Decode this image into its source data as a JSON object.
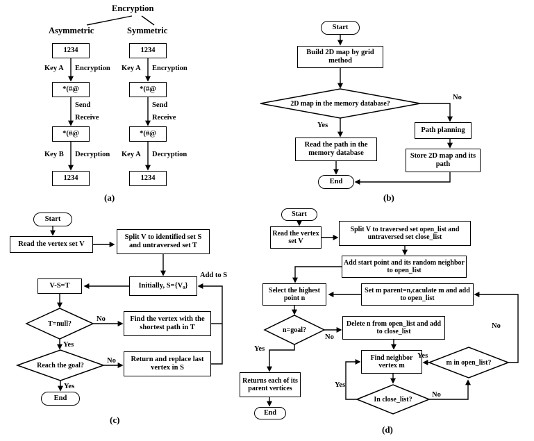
{
  "a": {
    "label": "(a)",
    "title": "Encryption",
    "asym": {
      "name": "Asymmetric",
      "box1": "1234",
      "box2": "*(#@",
      "box3": "*(#@",
      "box4": "1234",
      "key_enc": "Key A",
      "enc": "Encryption",
      "send": "Send",
      "receive": "Receive",
      "key_dec": "Key B",
      "dec": "Decryption"
    },
    "sym": {
      "name": "Symmetric",
      "box1": "1234",
      "box2": "*(#@",
      "box3": "*(#@",
      "box4": "1234",
      "key_enc": "Key A",
      "enc": "Encryption",
      "send": "Send",
      "receive": "Receive",
      "key_dec": "Key A",
      "dec": "Decryption"
    }
  },
  "b": {
    "label": "(b)",
    "start": "Start",
    "build": "Build 2D map by grid method",
    "decision": "2D map in the memory database?",
    "yes": "Yes",
    "no": "No",
    "read": "Read the path in the memory database",
    "path_planning": "Path planning",
    "store": "Store 2D map and its path",
    "end": "End"
  },
  "c": {
    "label": "(c)",
    "start": "Start",
    "read": "Read the vertex set V",
    "split": "Split V to identified set S and untraversed set T",
    "initially": "Initially, S={V₀}",
    "add_to_s": "Add to S",
    "vst": "V-S=T",
    "t_null": "T=null?",
    "find": "Find the vertex with the shortest path in T",
    "reach": "Reach the goal?",
    "return_replace": "Return and replace last vertex in S",
    "yes": "Yes",
    "no": "No",
    "end": "End"
  },
  "d": {
    "label": "(d)",
    "start": "Start",
    "read": "Read the vertex set V",
    "split": "Split V to traversed set open_list and untraversed set close_list",
    "add_start": "Add start point and its random neighbor to open_list",
    "select": "Select the highest point n",
    "set_parent": "Set m parent=n,caculate m and add to open_list",
    "n_goal": "n=goal?",
    "delete": "Delete n from open_list and add to close_list",
    "find_neighbor": "Find neighbor vertex m",
    "m_in_open": "m in open_list?",
    "in_close": "In close_list?",
    "returns": "Returns each of its parent vertices",
    "yes": "Yes",
    "no": "No",
    "end": "End"
  }
}
